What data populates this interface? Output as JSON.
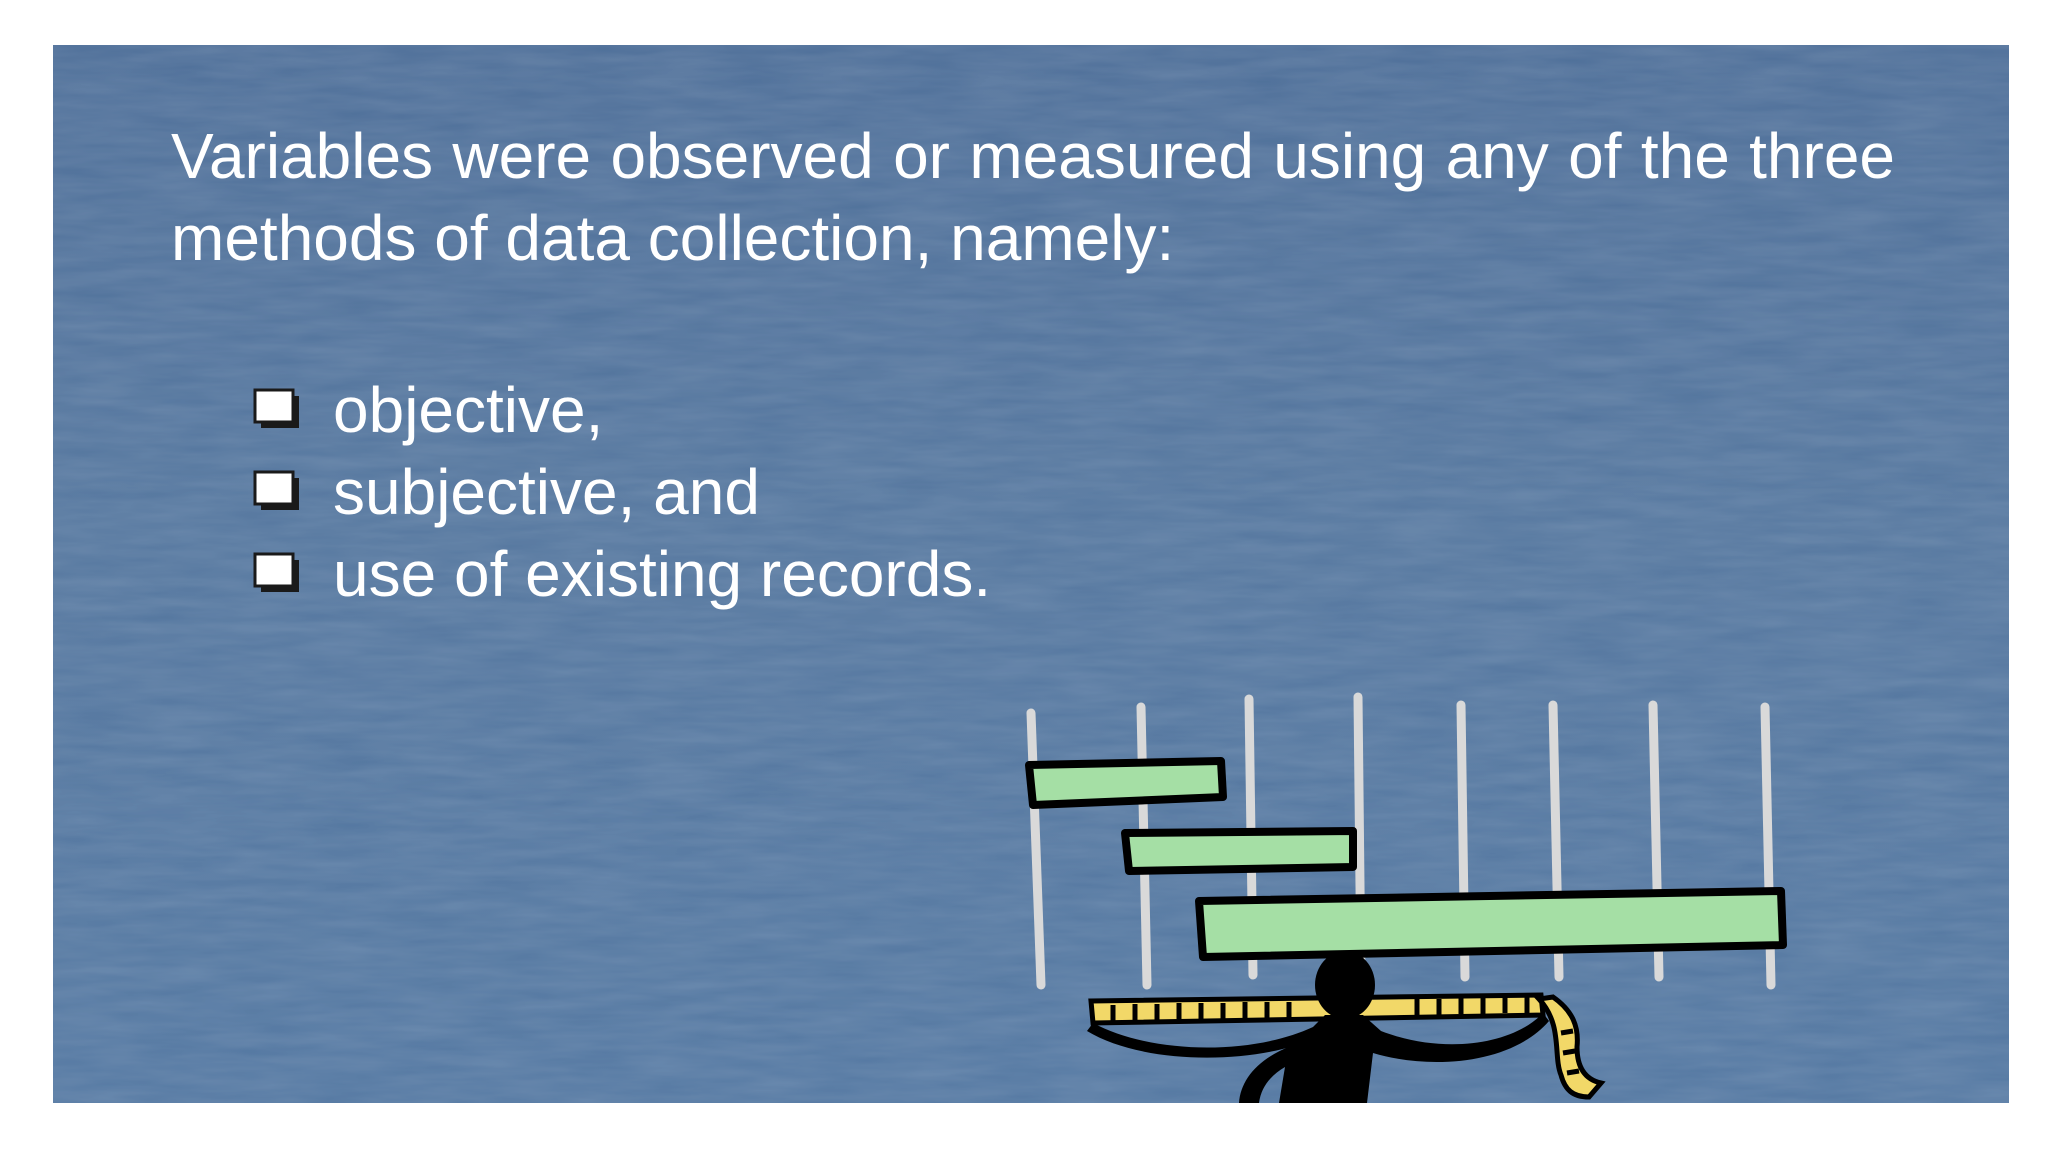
{
  "slide": {
    "intro": "Variables were observed or measured using any of the three methods of data collection, namely:",
    "bullets": [
      {
        "label": "objective,",
        "icon": "checkbox-icon"
      },
      {
        "label": "subjective, and",
        "icon": "checkbox-icon"
      },
      {
        "label": "use of existing records.",
        "icon": "checkbox-icon"
      }
    ],
    "illustration_icon": "measuring-person-illustration"
  },
  "colors": {
    "background": "#5274a0",
    "text": "#ffffff",
    "bar_fill": "#a5dfa5",
    "tape_fill": "#f2d868"
  }
}
